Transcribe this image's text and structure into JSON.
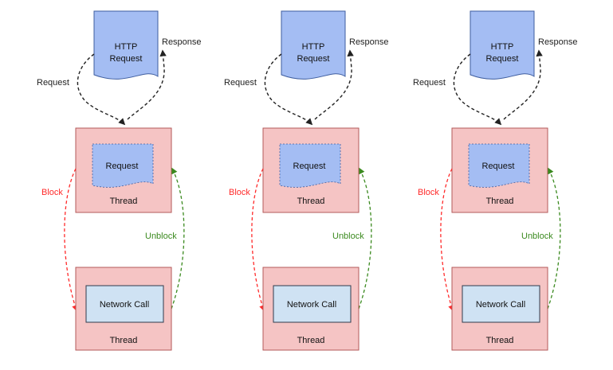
{
  "colors": {
    "doc_fill": "#a4bdf3",
    "doc_stroke": "#3e5d9f",
    "thread_fill": "#f5c4c4",
    "thread_stroke": "#b35a5a",
    "network_fill": "#cfe2f3",
    "network_stroke": "#2f3b4d",
    "block_color": "#ff2a2a",
    "unblock_color": "#3b8a1f",
    "request_flow_color": "#222222"
  },
  "columns": [
    {
      "http_doc": {
        "line1": "HTTP",
        "line2": "Request"
      },
      "response_label": "Response",
      "request_label": "Request",
      "thread_top": {
        "inner_label": "Request",
        "label": "Thread"
      },
      "block_label": "Block",
      "unblock_label": "Unblock",
      "thread_bottom": {
        "inner_label": "Network Call",
        "label": "Thread"
      }
    },
    {
      "http_doc": {
        "line1": "HTTP",
        "line2": "Request"
      },
      "response_label": "Response",
      "request_label": "Request",
      "thread_top": {
        "inner_label": "Request",
        "label": "Thread"
      },
      "block_label": "Block",
      "unblock_label": "Unblock",
      "thread_bottom": {
        "inner_label": "Network Call",
        "label": "Thread"
      }
    },
    {
      "http_doc": {
        "line1": "HTTP",
        "line2": "Request"
      },
      "response_label": "Response",
      "request_label": "Request",
      "thread_top": {
        "inner_label": "Request",
        "label": "Thread"
      },
      "block_label": "Block",
      "unblock_label": "Unblock",
      "thread_bottom": {
        "inner_label": "Network Call",
        "label": "Thread"
      }
    }
  ]
}
